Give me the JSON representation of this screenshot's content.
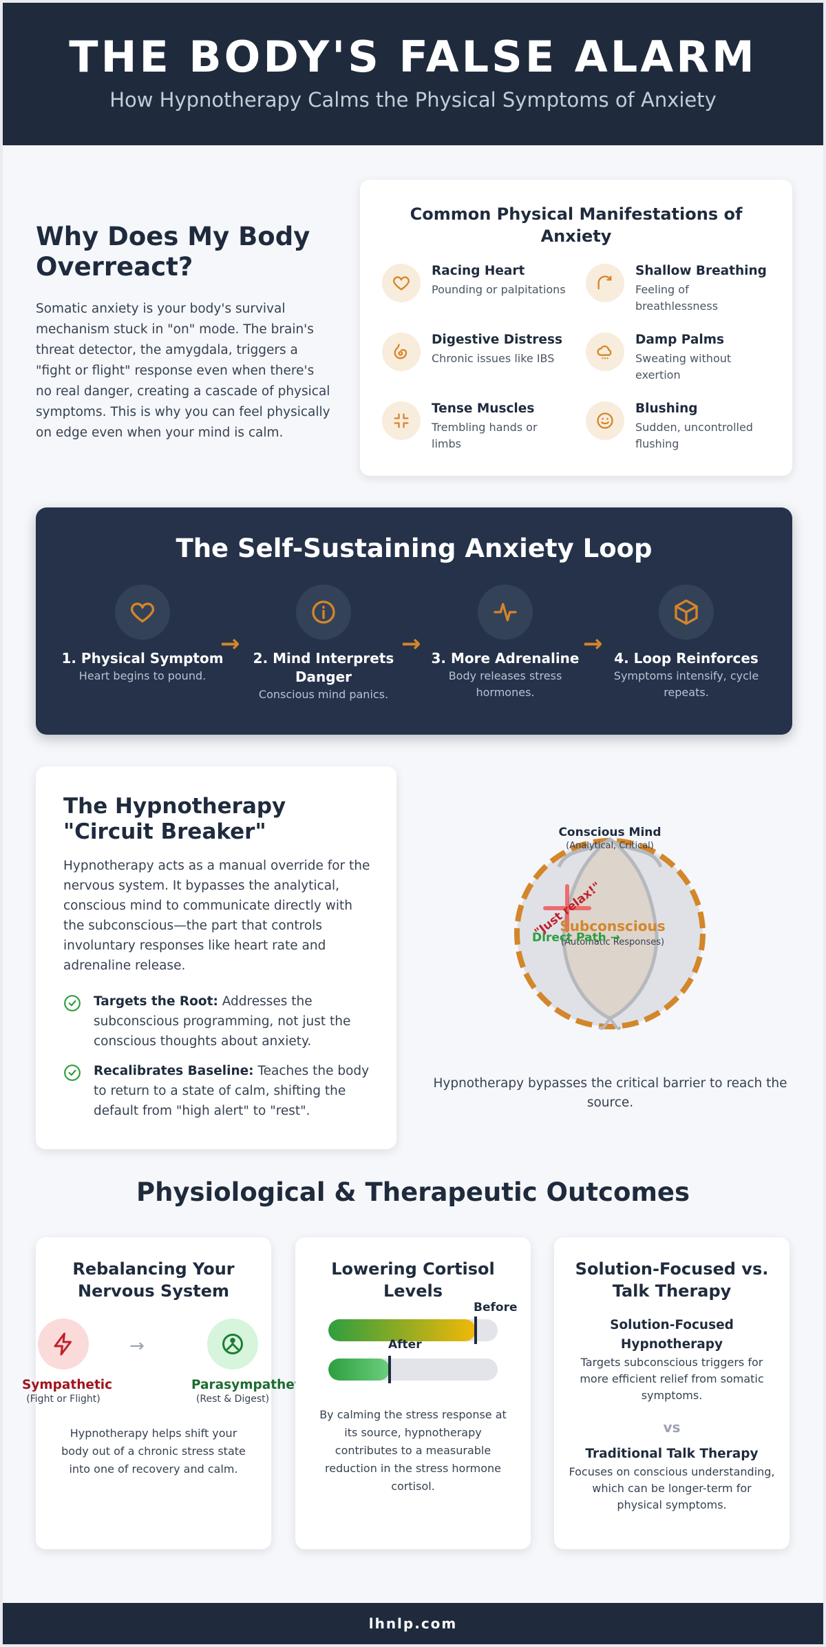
{
  "header": {
    "title": "THE BODY'S FALSE ALARM",
    "subtitle": "How Hypnotherapy Calms the Physical Symptoms of Anxiety"
  },
  "why": {
    "title": "Why Does My Body Overreact?",
    "text": "Somatic anxiety is your body's survival mechanism stuck in \"on\" mode. The brain's threat detector, the amygdala, triggers a \"fight or flight\" response even when there's no real danger, creating a cascade of physical symptoms. This is why you can feel physically on edge even when your mind is calm."
  },
  "manifestations": {
    "title": "Common Physical Manifestations of Anxiety",
    "items": [
      {
        "title": "Racing Heart",
        "desc": "Pounding or palpitations",
        "icon": "heart-icon"
      },
      {
        "title": "Shallow Breathing",
        "desc": "Feeling of breathlessness",
        "icon": "breath-icon"
      },
      {
        "title": "Digestive Distress",
        "desc": "Chronic issues like IBS",
        "icon": "stomach-icon"
      },
      {
        "title": "Damp Palms",
        "desc": "Sweating without exertion",
        "icon": "cloud-icon"
      },
      {
        "title": "Tense Muscles",
        "desc": "Trembling hands or limbs",
        "icon": "contract-icon"
      },
      {
        "title": "Blushing",
        "desc": "Sudden, uncontrolled flushing",
        "icon": "smile-icon"
      }
    ]
  },
  "loop": {
    "title": "The Self-Sustaining Anxiety Loop",
    "steps": [
      {
        "title": "1. Physical Symptom",
        "desc": "Heart begins to pound.",
        "icon": "heart-icon"
      },
      {
        "title": "2. Mind Interprets Danger",
        "desc": "Conscious mind panics.",
        "icon": "info-icon"
      },
      {
        "title": "3. More Adrenaline",
        "desc": "Body releases stress hormones.",
        "icon": "pulse-icon"
      },
      {
        "title": "4. Loop Reinforces",
        "desc": "Symptoms intensify, cycle repeats.",
        "icon": "cube-icon"
      }
    ],
    "arrow": "→"
  },
  "circuit": {
    "title": "The Hypnotherapy \"Circuit Breaker\"",
    "text": "Hypnotherapy acts as a manual override for the nervous system. It bypasses the analytical, conscious mind to communicate directly with the subconscious—the part that controls involuntary responses like heart rate and adrenaline release.",
    "bullets": [
      {
        "strong": "Targets the Root:",
        "text": " Addresses the subconscious programming, not just the conscious thoughts about anxiety."
      },
      {
        "strong": "Recalibrates Baseline:",
        "text": " Teaches the body to return to a state of calm, shifting the default from \"high alert\" to \"rest\"."
      }
    ]
  },
  "diagram": {
    "conscious_label": "Conscious Mind",
    "conscious_sub": "(Analytical, Critical)",
    "subconscious_label": "Subconscious",
    "subconscious_sub": "(Automatic Responses)",
    "blocked_label": "\"Just relax!\"",
    "direct_label": "Direct Path →",
    "caption": "Hypnotherapy bypasses the critical barrier to reach the source."
  },
  "outcomes": {
    "title": "Physiological & Therapeutic Outcomes",
    "nervous": {
      "title": "Rebalancing Your Nervous System",
      "left_name": "Sympathetic",
      "left_sub": "(Fight or Flight)",
      "right_name": "Parasympathetic",
      "right_sub": "(Rest & Digest)",
      "arrow": "→",
      "text": "Hypnotherapy helps shift your body out of a chronic stress state into one of recovery and calm."
    },
    "cortisol": {
      "title": "Lowering Cortisol Levels",
      "before_label": "Before",
      "before_level": 0.87,
      "after_label": "After",
      "after_level": 0.36,
      "text": "By calming the stress response at its source, hypnotherapy contributes to a measurable reduction in the stress hormone cortisol."
    },
    "therapy": {
      "title": "Solution-Focused vs. Talk Therapy",
      "a_title": "Solution-Focused Hypnotherapy",
      "a_text": "Targets subconscious triggers for more efficient relief from somatic symptoms.",
      "vs": "vs",
      "b_title": "Traditional Talk Therapy",
      "b_text": "Focuses on conscious understanding, which can be longer-term for physical symptoms."
    }
  },
  "footer": {
    "text": "lhnlp.com"
  },
  "colors": {
    "navy": "#1f2b3d",
    "accent": "#d4862a",
    "green": "#2e9e3f",
    "red": "#c0202a"
  }
}
